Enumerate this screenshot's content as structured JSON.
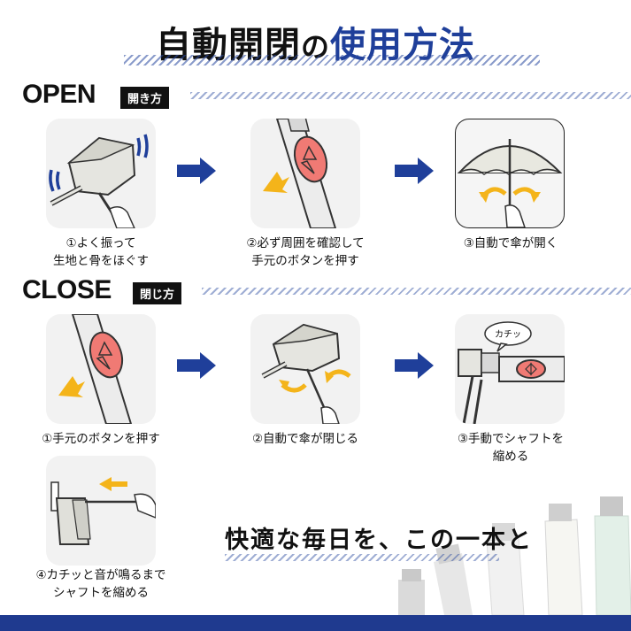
{
  "title": {
    "part1": "自動開閉",
    "particle": "の",
    "part2": "使用方法"
  },
  "open": {
    "heading": "OPEN",
    "badge": "開き方",
    "steps": [
      {
        "line1": "①よく振って",
        "line2": "生地と骨をほぐす"
      },
      {
        "line1": "②必ず周囲を確認して",
        "line2": "手元のボタンを押す"
      },
      {
        "line1": "③自動で傘が開く",
        "line2": ""
      }
    ]
  },
  "close": {
    "heading": "CLOSE",
    "badge": "閉じ方",
    "steps": [
      {
        "line1": "①手元のボタンを押す",
        "line2": ""
      },
      {
        "line1": "②自動で傘が閉じる",
        "line2": ""
      },
      {
        "line1": "③手動でシャフトを",
        "line2": "縮める"
      },
      {
        "line1": "④カチッと音が鳴るまで",
        "line2": "シャフトを縮める"
      }
    ],
    "speech_bubble": "カチッ"
  },
  "slogan": "快適な毎日を、この一本と",
  "colors": {
    "accent_blue": "#1f3f9a",
    "arrow_yellow": "#f4b41a",
    "button_red": "#f07a74",
    "bar_blue": "#1f3a8f"
  }
}
